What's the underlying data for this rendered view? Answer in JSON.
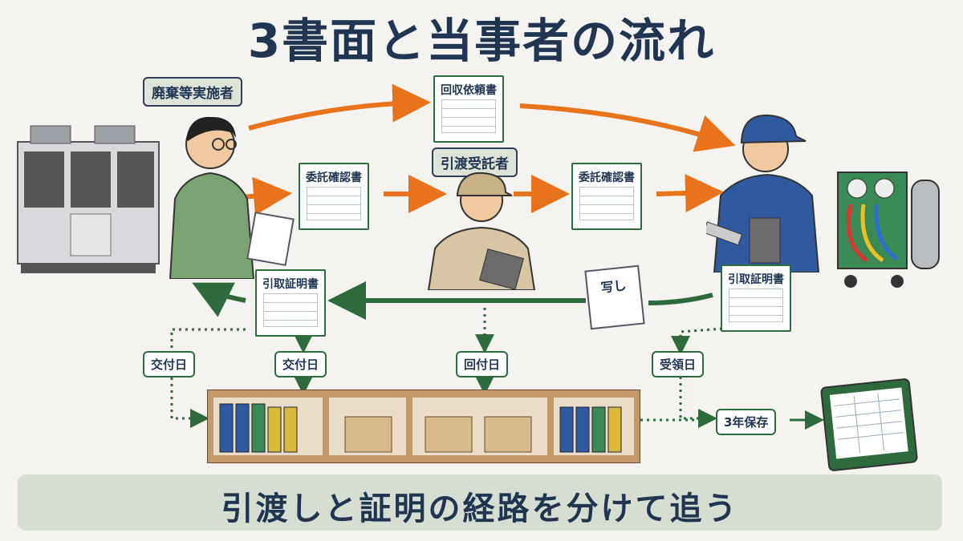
{
  "title": "3書面と当事者の流れ",
  "actors": {
    "discharger": "廃棄等実施者",
    "transferee": "引渡受託者"
  },
  "documents": {
    "recovery_request": "回収依頼書",
    "consignment_confirm_left": "委託確認書",
    "consignment_confirm_right": "委託確認書",
    "receipt_cert_left": "引取証明書",
    "receipt_cert_right": "引取証明書",
    "copy": "写し"
  },
  "dates": {
    "issue_date_left": "交付日",
    "issue_date_mid": "交付日",
    "return_date": "回付日",
    "receipt_date": "受領日"
  },
  "retention": "3年保存",
  "banner": "引渡しと証明の経路を分けて追う",
  "colors": {
    "orange_arrow": "#e8731a",
    "green_arrow": "#2d6a3c",
    "title": "#1f3552"
  }
}
